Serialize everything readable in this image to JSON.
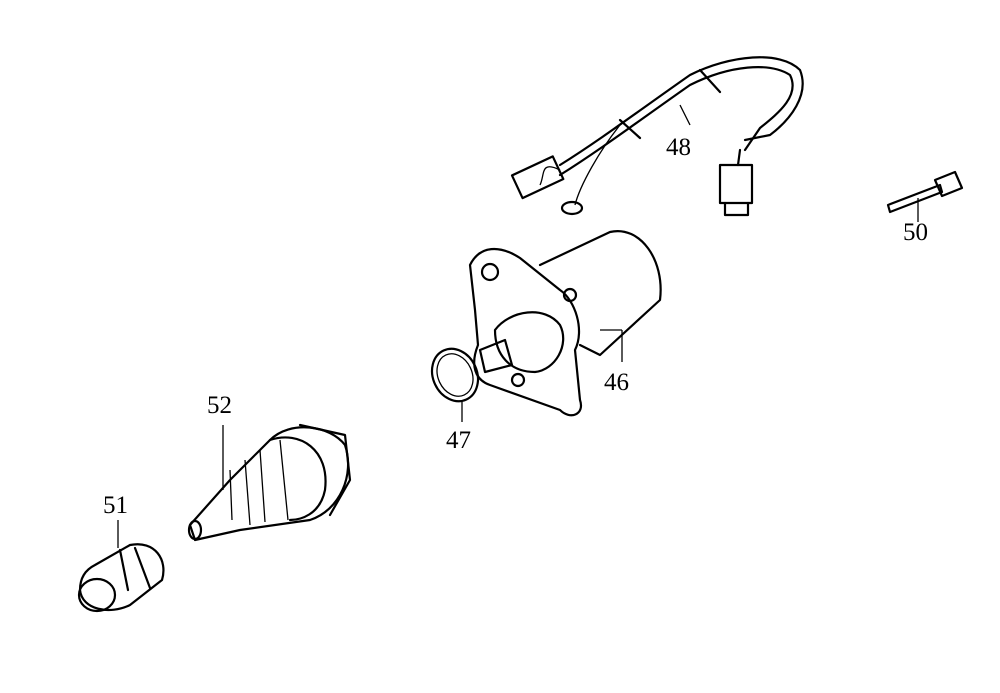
{
  "diagram": {
    "parts": [
      {
        "id": "wire-harness",
        "number": "48"
      },
      {
        "id": "bolt",
        "number": "50"
      },
      {
        "id": "starter-motor",
        "number": "46"
      },
      {
        "id": "o-ring",
        "number": "47"
      },
      {
        "id": "starter-clutch-gear",
        "number": "52"
      },
      {
        "id": "cap",
        "number": "51"
      }
    ],
    "line_color": "#000000",
    "background": "#ffffff"
  }
}
